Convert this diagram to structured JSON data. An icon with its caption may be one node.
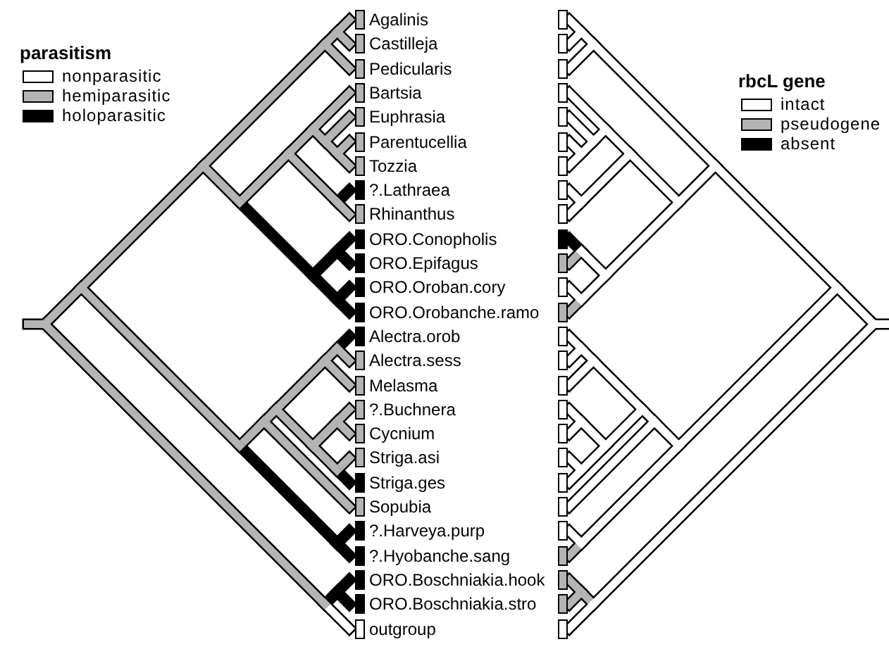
{
  "diagram": {
    "labels": [
      "parasitism",
      "rbcL gene",
      "Agalinis",
      "Castilleja",
      "Pedicularis",
      "Bartsia",
      "Euphrasia",
      "Parentucellia",
      "Tozzia",
      "?.Lathraea",
      "Rhinanthus",
      "ORO.Conopholis",
      "ORO.Epifagus",
      "ORO.Oroban.cory",
      "ORO.Orobanche.ramo",
      "Alectra.orob",
      "Alectra.sess",
      "Melasma",
      "?.Buchnera",
      "Cycnium",
      "Striga.asi",
      "Striga.ges",
      "Sopubia",
      "?.Harveya.purp",
      "?.Hyobanche.sang",
      "ORO.Boschniakia.hook",
      "ORO.Boschniakia.stro",
      "outgroup"
    ],
    "legend": [
      {
        "text": "nonparasitic",
        "color": "#ffffff"
      },
      {
        "text": "hemiparasitic",
        "color": "#b4b4b4"
      },
      {
        "text": "holoparasitic",
        "color": "#000000"
      },
      {
        "text": "intact",
        "color": "#ffffff"
      },
      {
        "text": "pseudogene",
        "color": "#b4b4b4"
      },
      {
        "text": "absent",
        "color": "#000000"
      }
    ]
  }
}
